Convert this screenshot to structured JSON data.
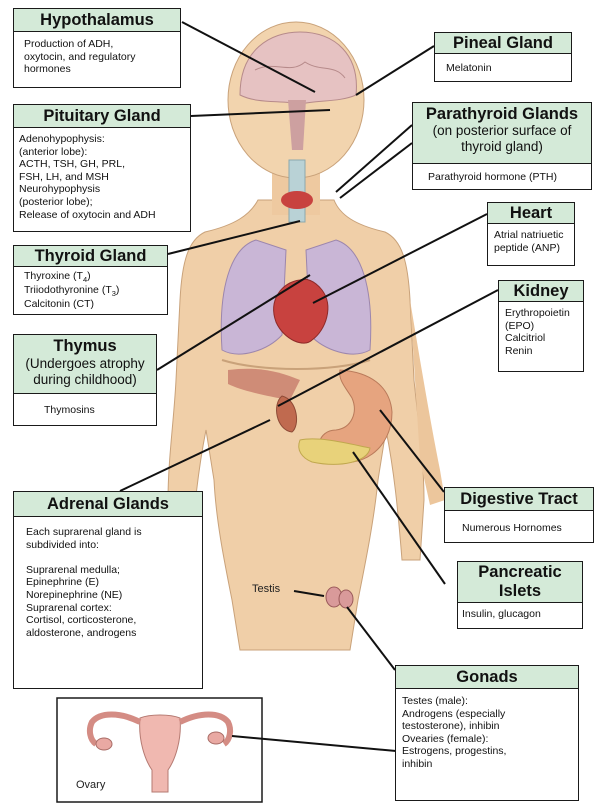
{
  "hypothalamus": {
    "title": "Hypothalamus",
    "body": "Production of ADH,\noxytocin, and regulatory\nhormones"
  },
  "pineal": {
    "title": "Pineal Gland",
    "body": "Melatonin"
  },
  "pituitary": {
    "title": "Pituitary Gland",
    "body": "Adenohypophysis:\n(anterior lobe):\n  ACTH, TSH, GH, PRL,\n  FSH, LH, and MSH\nNeurohypophysis\n(posterior lobe);\nRelease of oxytocin and ADH"
  },
  "parathyroid": {
    "title": "Parathyroid Glands",
    "subtitle": "(on posterior surface of\nthyroid gland)",
    "body": "Parathyroid hormone (PTH)"
  },
  "heart": {
    "title": "Heart",
    "body": "Atrial natriuetic\npeptide (ANP)"
  },
  "thyroid": {
    "title": "Thyroid Gland",
    "line1": "Thyroxine (T",
    "line1_sub": "4",
    "line2": "Triiodothyronine (T",
    "line2_sub": "3",
    "line3": "Calcitonin (CT)"
  },
  "kidney": {
    "title": "Kidney",
    "body": "Erythropoietin\n(EPO)\nCalcitriol\nRenin"
  },
  "thymus": {
    "title": "Thymus",
    "subtitle": "(Undergoes atrophy\nduring childhood)",
    "body": "Thymosins"
  },
  "adrenal": {
    "title": "Adrenal Glands",
    "body": "Each suprarenal gland is\n  subdivided into:\n\nSuprarenal medulla;\n  Epinephrine (E)\n  Norepinephrine (NE)\nSuprarenal cortex:\n  Cortisol, corticosterone,\n  aldosterone, androgens"
  },
  "digestive": {
    "title": "Digestive Tract",
    "body": "Numerous Hornomes"
  },
  "pancreatic": {
    "title": "Pancreatic\nIslets",
    "body": "Insulin, glucagon"
  },
  "gonads": {
    "title": "Gonads",
    "body": "Testes (male):\n  Androgens (especially\n  testosterone), inhibin\nOvearies (female):\n  Estrogens, progestins,\n  inhibin"
  },
  "figure_labels": {
    "testis": "Testis",
    "ovary": "Ovary"
  },
  "colors": {
    "header_fill": "#d4ead8",
    "skin": "#f0cfa8",
    "lung": "#c9b6d6",
    "heart": "#c8423f",
    "line": "#111111"
  }
}
